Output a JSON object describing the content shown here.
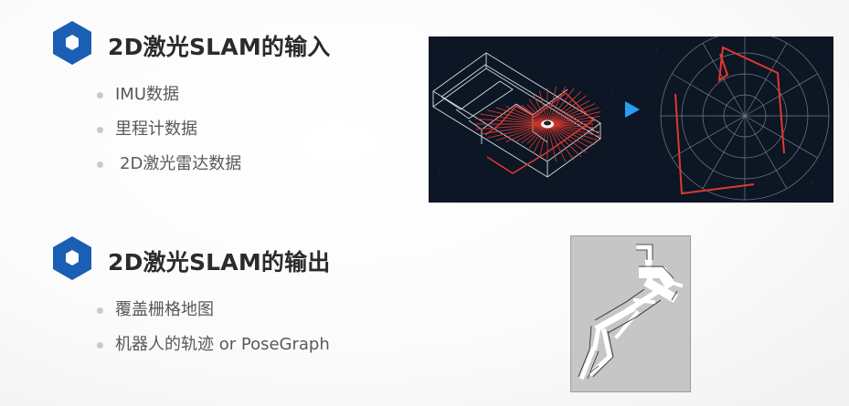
{
  "input_section": {
    "title": "2D激光SLAM的输入",
    "items": [
      {
        "label": "IMU数据"
      },
      {
        "label": "里程计数据"
      },
      {
        "label": "2D激光雷达数据"
      }
    ]
  },
  "output_section": {
    "title": "2D激光SLAM的输出",
    "items": [
      {
        "label": "覆盖栅格地图"
      },
      {
        "label": "机器人的轨迹 or PoseGraph"
      }
    ]
  },
  "colors": {
    "hex_icon": "#1a5fb4",
    "laser": "#e2392e",
    "arrow": "#2a9df4",
    "panel_bg": "#0c1624"
  },
  "icons": {
    "section_marker": "hexagon-icon",
    "bullet": "bullet-dot-icon",
    "transform": "play-arrow-icon"
  }
}
